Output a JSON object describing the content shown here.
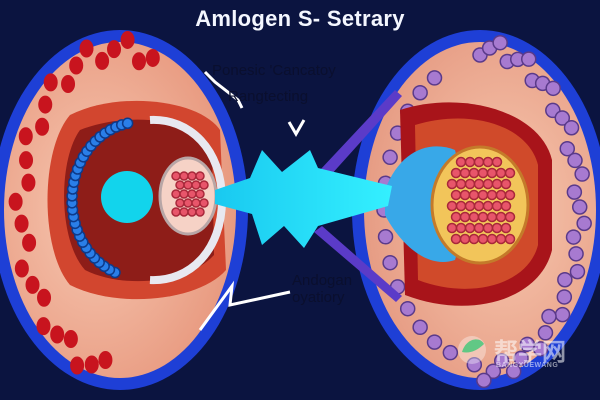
{
  "title": "Amlogen S- Setrary",
  "labels": {
    "top_line1": "Ponesic 'Cancatoy",
    "top_line2": "Rangtecting",
    "bottom_line1": "Andogan",
    "bottom_line2": "oyatiory"
  },
  "watermark": {
    "text": "帮学网",
    "subtext": "BANGXUEWANG",
    "icon": "leaf-logo-icon"
  },
  "colors": {
    "background": "#0b1440",
    "outer_ring": "#1e3fd6",
    "tissue": "#f2b59c",
    "red_cell": "#c8141e",
    "blue_cell": "#2a7ee8",
    "cyan_core": "#12d4ec",
    "arrow": "#2ee6ff",
    "purple_cell": "#a77ad0",
    "pink_cell": "#e8556a"
  }
}
